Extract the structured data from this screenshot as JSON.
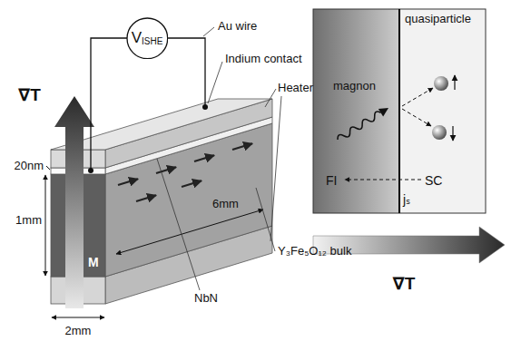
{
  "diagram": {
    "nodes": [
      {
        "text": [
          "V",
          "ISHE"
        ]
      },
      {
        "text": [
          "magnon",
          "FI"
        ]
      },
      {
        "text": [
          "quasiparticle",
          "SC"
        ]
      }
    ],
    "labels": [
      "Au wire",
      "Indium contact",
      "Heater",
      "∇T",
      "20nm",
      "1mm",
      "M",
      "6mm",
      "Y₃Fe₅O₁₂ bulk",
      "NbN",
      "2mm",
      "jₛ",
      "∇T"
    ]
  }
}
